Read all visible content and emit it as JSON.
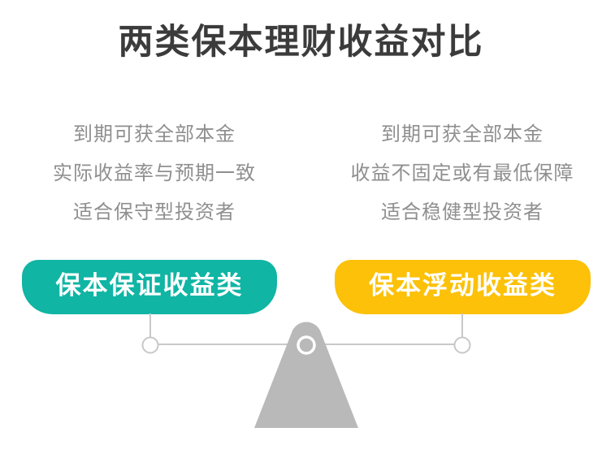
{
  "title": "两类保本理财收益对比",
  "columns": {
    "left": {
      "features": [
        "到期可获全部本金",
        "实际收益率与预期一致",
        "适合保守型投资者"
      ],
      "label": "保本保证收益类"
    },
    "right": {
      "features": [
        "到期可获全部本金",
        "收益不固定或有最低保障",
        "适合稳健型投资者"
      ],
      "label": "保本浮动收益类"
    }
  },
  "colors": {
    "teal": "#10b5a4",
    "yellow": "#fcc108",
    "title": "#3b3b3b",
    "feature": "#8f8f8f",
    "stroke": "#c8c8c8",
    "fulcrum": "#b9b9b9",
    "label": "#ffffff",
    "bg": "#ffffff"
  }
}
